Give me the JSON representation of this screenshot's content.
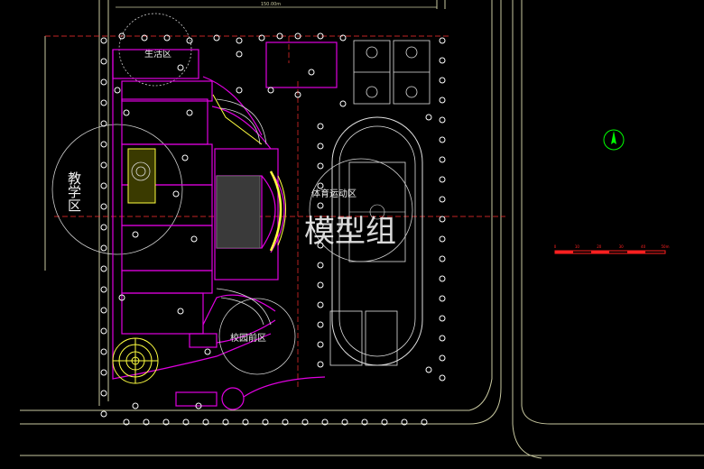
{
  "labels": {
    "dimension_top": "150.00m",
    "living_zone": "生活区",
    "teaching_zone": "教学区",
    "sports_zone": "体育运动区",
    "campus_front_zone": "校园前区",
    "watermark": "模型组",
    "north_mark": "N"
  },
  "scale_bar": {
    "ticks": [
      "0",
      "10",
      "20",
      "30",
      "40",
      "50m"
    ]
  },
  "colors": {
    "background": "#000000",
    "road_line": "#d8d8a8",
    "building": "#e000e0",
    "tree": "#ffffff",
    "green_line": "#00ff00",
    "scale_red": "#ff2020",
    "watermark": "#ffffff",
    "dash_red": "#ff3030"
  }
}
